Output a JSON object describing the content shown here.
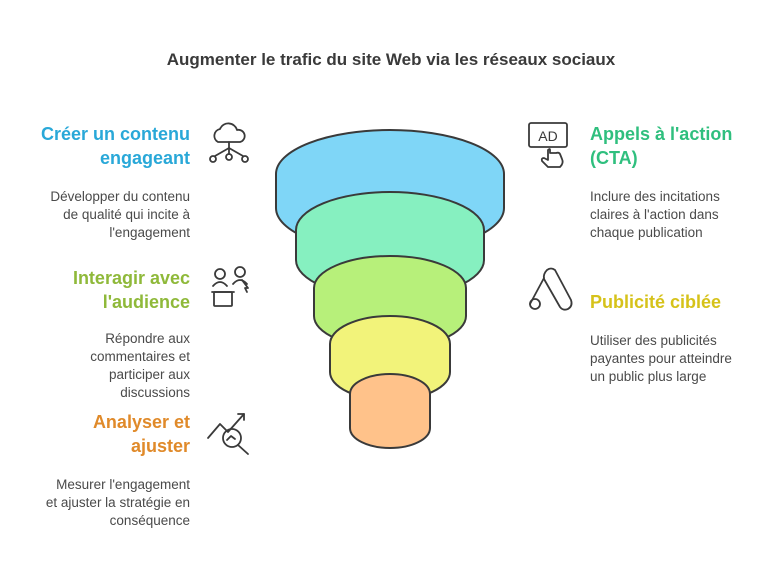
{
  "title": "Augmenter le trafic du site Web via les réseaux sociaux",
  "colors": {
    "blue": "#29a8d8",
    "green": "#2fbf7e",
    "lime": "#8fb93a",
    "yellow": "#d6c21a",
    "orange": "#e08a2a",
    "layer_blue": "#7fd6f7",
    "layer_green": "#86f0c0",
    "layer_lime": "#b7f07a",
    "layer_yellow": "#f2f37a",
    "layer_orange": "#ffc28a"
  },
  "items": {
    "create": {
      "head_line1": "Créer un contenu",
      "head_line2": "engageant",
      "desc_line1": "Développer du contenu",
      "desc_line2": "de qualité qui incite à",
      "desc_line3": "l'engagement",
      "icon": "cloud-network-icon"
    },
    "interact": {
      "head_line1": "Interagir avec",
      "head_line2": "l'audience",
      "desc_line1": "Répondre aux",
      "desc_line2": "commentaires et",
      "desc_line3": "participer aux",
      "desc_line4": "discussions",
      "icon": "people-interaction-icon"
    },
    "analyze": {
      "head_line1": "Analyser et",
      "head_line2": "ajuster",
      "desc_line1": "Mesurer l'engagement",
      "desc_line2": "et ajuster la stratégie en",
      "desc_line3": "conséquence",
      "icon": "analytics-search-icon"
    },
    "cta": {
      "head_line1": "Appels à l'action",
      "head_line2": "(CTA)",
      "desc_line1": "Inclure des incitations",
      "desc_line2": "claires à l'action dans",
      "desc_line3": "chaque publication",
      "icon": "ad-click-icon",
      "icon_text": "AD"
    },
    "ads": {
      "head_line1": "Publicité ciblée",
      "desc_line1": "Utiliser des publicités",
      "desc_line2": "payantes pour atteindre",
      "desc_line3": "un public plus large",
      "icon": "google-ads-icon"
    }
  }
}
